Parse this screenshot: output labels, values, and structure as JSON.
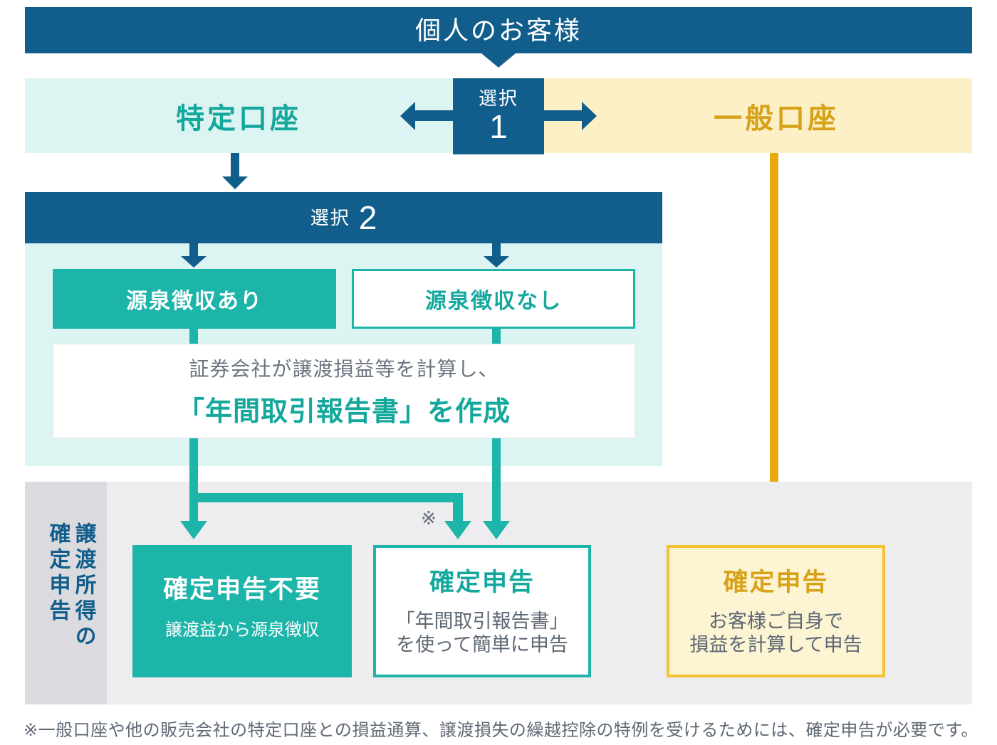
{
  "banner": {
    "title": "個人のお客様"
  },
  "step1": {
    "label": "選択",
    "number": "1",
    "left_option": "特定口座",
    "right_option": "一般口座"
  },
  "step2": {
    "label": "選択",
    "number": "2",
    "option_with": "源泉徴収あり",
    "option_without": "源泉徴収なし",
    "broker_line1": "証券会社が譲渡損益等を計算し、",
    "broker_line2": "「年間取引報告書」を作成"
  },
  "results": {
    "sidebar_label_col1": "譲渡所得の",
    "sidebar_label_col2": "確定申告",
    "footnote_mark": "※",
    "no_filing": {
      "title": "確定申告不要",
      "desc": "譲渡益から源泉徴収"
    },
    "filing_tokutei": {
      "title": "確定申告",
      "desc_line1": "「年間取引報告書」",
      "desc_line2": "を使って簡単に申告"
    },
    "filing_ippan": {
      "title": "確定申告",
      "desc_line1": "お客様ご自身で",
      "desc_line2": "損益を計算して申告"
    }
  },
  "footnote": "※一般口座や他の販売会社の特定口座との損益通算、譲渡損失の繰越控除の特例を受けるためには、確定申告が必要です。",
  "colors": {
    "blue": "#115E8C",
    "teal": "#1DB5A9",
    "teal_text": "#14A89D",
    "cyan_bg": "#DCF4F2",
    "yellow_bg": "#FBF0C6",
    "yellow_box_bg": "#FCF4D3",
    "gold": "#E9A90D",
    "gold_border": "#F3C230",
    "gold_text": "#D7A119",
    "panel_gray": "#EDEDEF",
    "sidebar_gray": "#DBDBDF",
    "text_gray": "#5E6874"
  }
}
